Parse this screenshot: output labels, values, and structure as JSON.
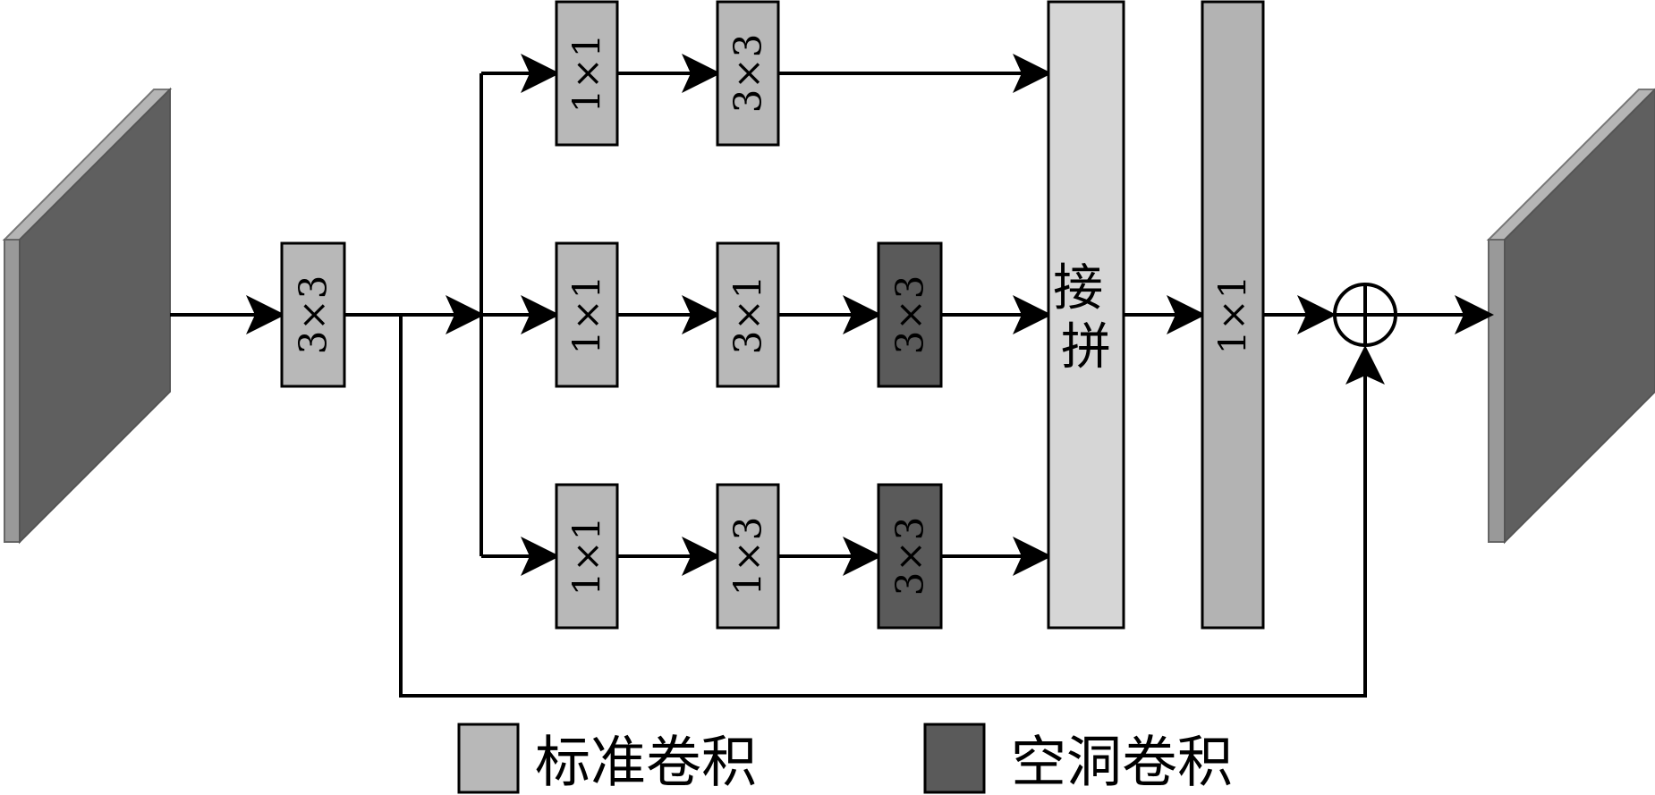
{
  "diagram": {
    "stem": {
      "label": "3×3"
    },
    "branches": [
      {
        "ops": [
          {
            "label": "1×1",
            "kind": "standard"
          },
          {
            "label": "3×3",
            "kind": "standard"
          }
        ]
      },
      {
        "ops": [
          {
            "label": "1×1",
            "kind": "standard"
          },
          {
            "label": "3×1",
            "kind": "standard"
          },
          {
            "label": "3×3",
            "kind": "dilated"
          }
        ]
      },
      {
        "ops": [
          {
            "label": "1×1",
            "kind": "standard"
          },
          {
            "label": "1×3",
            "kind": "standard"
          },
          {
            "label": "3×3",
            "kind": "dilated"
          }
        ]
      }
    ],
    "concat": {
      "label": "接拼"
    },
    "fusion": {
      "label": "1×1"
    },
    "add_symbol": "⊕"
  },
  "legend": {
    "standard": {
      "label": "标准卷积",
      "color": "#b8b8b8"
    },
    "dilated": {
      "label": "空洞卷积",
      "color": "#5a5a5a"
    }
  },
  "colors": {
    "feature_map_face": "#5f5f5f",
    "feature_map_edge": "#a8a8a8",
    "concat_fill": "#d6d6d6",
    "fusion_fill": "#b3b3b3"
  }
}
